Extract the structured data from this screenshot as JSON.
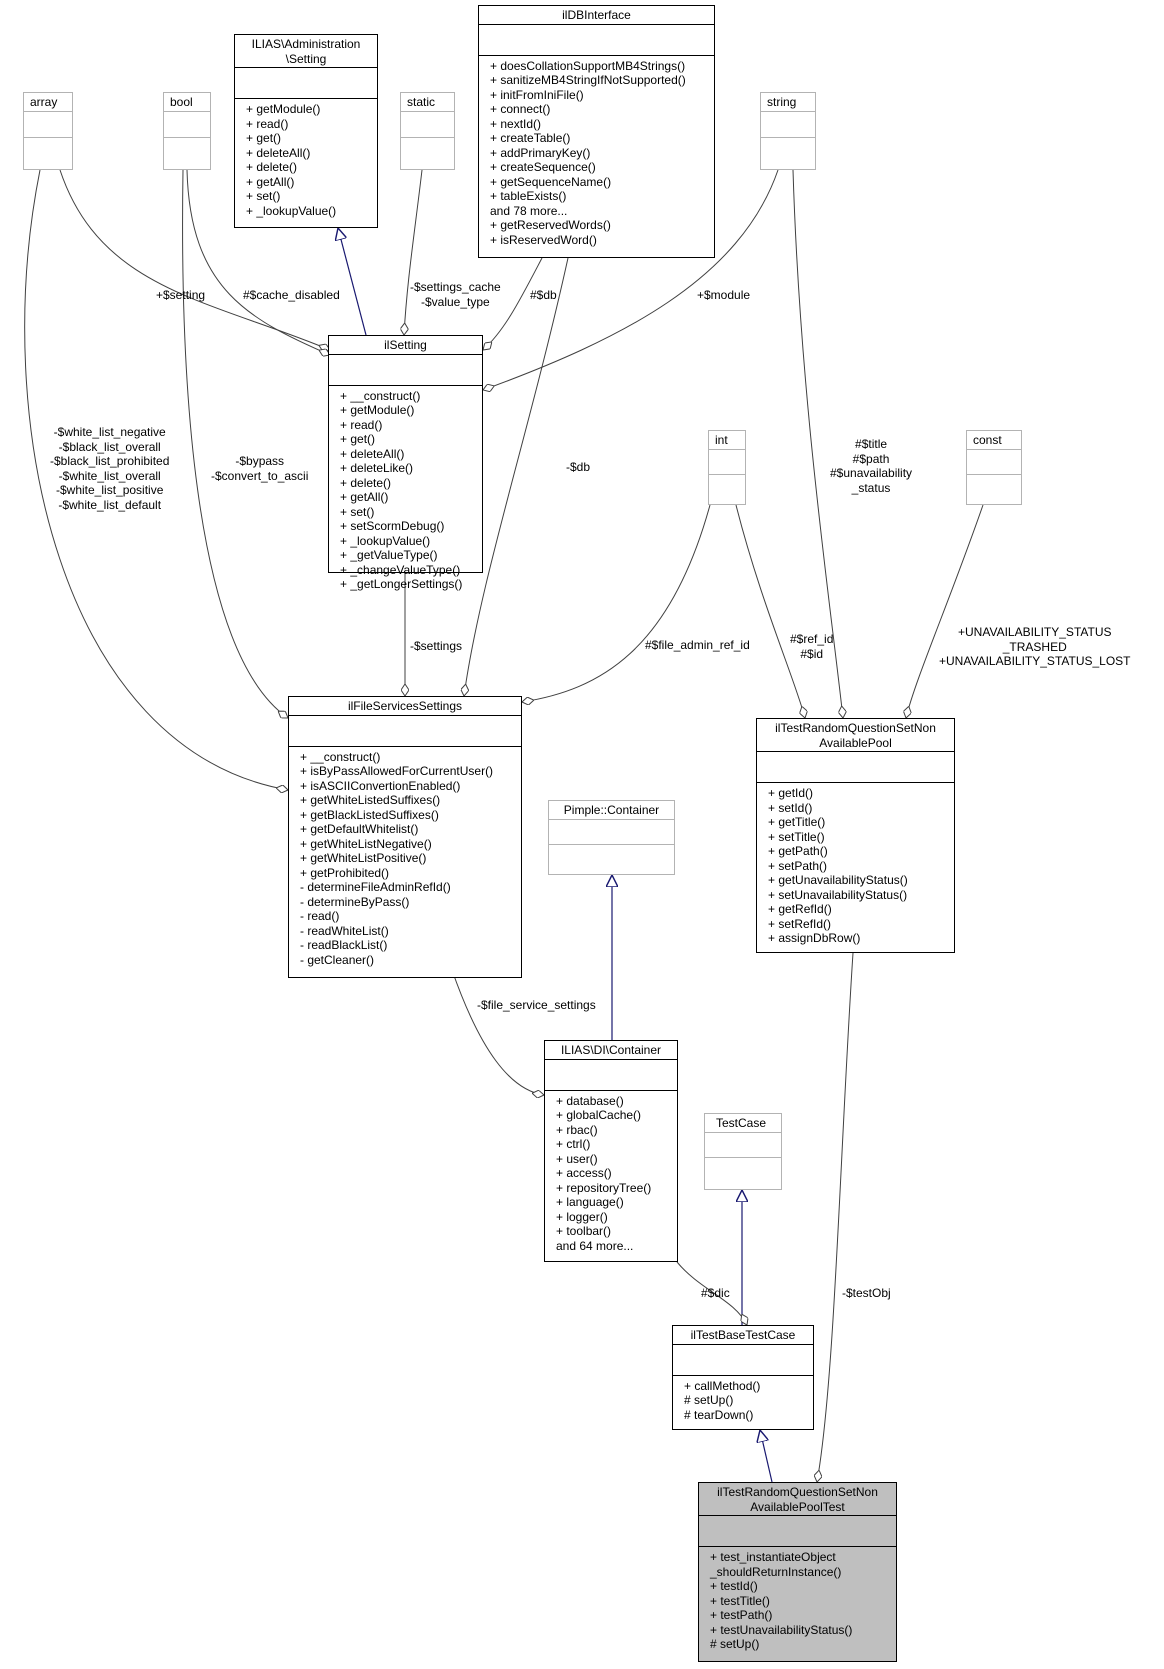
{
  "classes": {
    "setting_iface": {
      "name": "ILIAS\\Administration\n\\Setting",
      "attributes": [],
      "methods": [
        "+ getModule()",
        "+ read()",
        "+ get()",
        "+ deleteAll()",
        "+ delete()",
        "+ getAll()",
        "+ set()",
        "+ _lookupValue()"
      ]
    },
    "array": {
      "name": "array",
      "attributes": [],
      "methods": []
    },
    "bool": {
      "name": "bool",
      "attributes": [],
      "methods": []
    },
    "static": {
      "name": "static",
      "attributes": [],
      "methods": []
    },
    "ildbinterface": {
      "name": "ilDBInterface",
      "attributes": [],
      "methods": [
        "+ doesCollationSupportMB4Strings()",
        "+ sanitizeMB4StringIfNotSupported()",
        "+ initFromIniFile()",
        "+ connect()",
        "+ nextId()",
        "+ createTable()",
        "+ addPrimaryKey()",
        "+ createSequence()",
        "+ getSequenceName()",
        "+ tableExists()",
        "and 78 more...",
        "+ getReservedWords()",
        "+ isReservedWord()"
      ]
    },
    "string": {
      "name": "string",
      "attributes": [],
      "methods": []
    },
    "ilsetting": {
      "name": "ilSetting",
      "attributes": [],
      "methods": [
        "+ __construct()",
        "+ getModule()",
        "+ read()",
        "+ get()",
        "+ deleteAll()",
        "+ deleteLike()",
        "+ delete()",
        "+ getAll()",
        "+ set()",
        "+ setScormDebug()",
        "+ _lookupValue()",
        "+ _getValueType()",
        "+ _changeValueType()",
        "+ _getLongerSettings()"
      ]
    },
    "int": {
      "name": "int",
      "attributes": [],
      "methods": []
    },
    "const": {
      "name": "const",
      "attributes": [],
      "methods": []
    },
    "filesettings": {
      "name": "ilFileServicesSettings",
      "attributes": [],
      "methods": [
        "+ __construct()",
        "+ isByPassAllowedForCurrentUser()",
        "+ isASCIIConvertionEnabled()",
        "+ getWhiteListedSuffixes()",
        "+ getBlackListedSuffixes()",
        "+ getDefaultWhitelist()",
        "+ getWhiteListNegative()",
        "+ getWhiteListPositive()",
        "+ getProhibited()",
        "- determineFileAdminRefId()",
        "- determineByPass()",
        "- read()",
        "- readWhiteList()",
        "- readBlackList()",
        "- getCleaner()"
      ]
    },
    "pool": {
      "name": "ilTestRandomQuestionSetNon\nAvailablePool",
      "attributes": [],
      "methods": [
        "+ getId()",
        "+ setId()",
        "+ getTitle()",
        "+ setTitle()",
        "+ getPath()",
        "+ setPath()",
        "+ getUnavailabilityStatus()",
        "+ setUnavailabilityStatus()",
        "+ getRefId()",
        "+ setRefId()",
        "+ assignDbRow()"
      ]
    },
    "pimple": {
      "name": "Pimple::Container",
      "attributes": [],
      "methods": []
    },
    "dicontainer": {
      "name": "ILIAS\\DI\\Container",
      "attributes": [],
      "methods": [
        "+ database()",
        "+ globalCache()",
        "+ rbac()",
        "+ ctrl()",
        "+ user()",
        "+ access()",
        "+ repositoryTree()",
        "+ language()",
        "+ logger()",
        "+ toolbar()",
        "and 64 more..."
      ]
    },
    "testcase": {
      "name": "TestCase",
      "attributes": [],
      "methods": []
    },
    "basetestcase": {
      "name": "ilTestBaseTestCase",
      "attributes": [],
      "methods": [
        "+ callMethod()",
        "# setUp()",
        "# tearDown()"
      ]
    },
    "pooltest": {
      "name": "ilTestRandomQuestionSetNon\nAvailablePoolTest",
      "attributes": [],
      "methods": [
        "+ test_instantiateObject\n_shouldReturnInstance()",
        "+ testId()",
        "+ testTitle()",
        "+ testPath()",
        "+ testUnavailabilityStatus()",
        "# setUp()"
      ]
    }
  },
  "edge_labels": {
    "setting": "+$setting",
    "cache_disabled": "#$cache_disabled",
    "settings_cache": "-$settings_cache\n-$value_type",
    "db_ilsetting": "#$db",
    "module": "+$module",
    "white_list": "-$white_list_negative\n-$black_list_overall\n-$black_list_prohibited\n-$white_list_overall\n-$white_list_positive\n-$white_list_default",
    "bypass": "-$bypass\n-$convert_to_ascii",
    "db_file": "-$db",
    "title_path": "#$title\n#$path\n#$unavailability\n_status",
    "file_admin_ref_id": "#$file_admin_ref_id",
    "ref_id": "#$ref_id\n#$id",
    "unavailability": "+UNAVAILABILITY_STATUS\n_TRASHED\n+UNAVAILABILITY_STATUS_LOST",
    "settings": "-$settings",
    "file_service_settings": "-$file_service_settings",
    "dic": "#$dic",
    "testobj": "-$testObj"
  },
  "colors": {
    "inheritance": "#191970",
    "association": "#404040",
    "external_border": "#b3b3b3",
    "focus_fill": "#bfbfbf"
  }
}
